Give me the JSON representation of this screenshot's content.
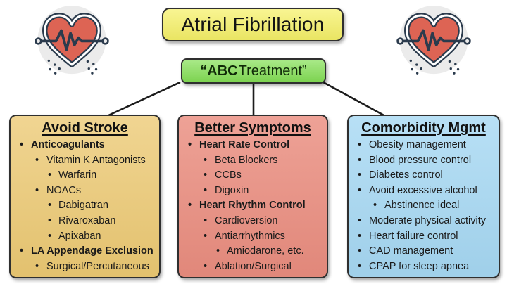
{
  "header": {
    "title": "Atrial Fibrillation",
    "subtitle_bold": "“ABC",
    "subtitle_rest": " Treatment”"
  },
  "colors": {
    "yellow_box": "#f6f168",
    "green_box": "#84e055",
    "tan_box": "#ecc973",
    "salmon_box": "#ea8d7f",
    "blue_box": "#a6d8f3",
    "box_border": "#2f2f2f",
    "line": "#1c1c1c",
    "heart_red": "#dd6454",
    "heart_navy": "#2b3b4d",
    "icon_circle": "#ebebeb",
    "text": "#1a1a1a"
  },
  "icons": {
    "left": "heart-ekg-icon",
    "right": "heart-ekg-icon"
  },
  "boxes": [
    {
      "title": "Avoid Stroke",
      "items": [
        {
          "text": "Anticoagulants",
          "bold": true,
          "level": 1
        },
        {
          "text": "Vitamin K Antagonists",
          "bold": false,
          "level": 2
        },
        {
          "text": "Warfarin",
          "bold": false,
          "level": 3
        },
        {
          "text": "NOACs",
          "bold": false,
          "level": 2
        },
        {
          "text": "Dabigatran",
          "bold": false,
          "level": 3
        },
        {
          "text": "Rivaroxaban",
          "bold": false,
          "level": 3
        },
        {
          "text": "Apixaban",
          "bold": false,
          "level": 3
        },
        {
          "text": "LA Appendage Exclusion",
          "bold": true,
          "level": 1
        },
        {
          "text": "Surgical/Percutaneous",
          "bold": false,
          "level": 2
        }
      ]
    },
    {
      "title": "Better Symptoms",
      "items": [
        {
          "text": "Heart Rate Control",
          "bold": true,
          "level": 1
        },
        {
          "text": "Beta Blockers",
          "bold": false,
          "level": 2
        },
        {
          "text": "CCBs",
          "bold": false,
          "level": 2
        },
        {
          "text": "Digoxin",
          "bold": false,
          "level": 2
        },
        {
          "text": "Heart Rhythm Control",
          "bold": true,
          "level": 1
        },
        {
          "text": "Cardioversion",
          "bold": false,
          "level": 2
        },
        {
          "text": "Antiarrhythmics",
          "bold": false,
          "level": 2
        },
        {
          "text": "Amiodarone, etc.",
          "bold": false,
          "level": 3
        },
        {
          "text": "Ablation/Surgical",
          "bold": false,
          "level": 2
        }
      ]
    },
    {
      "title": "Comorbidity Mgmt",
      "items": [
        {
          "text": "Obesity management",
          "bold": false,
          "level": 1
        },
        {
          "text": "Blood pressure control",
          "bold": false,
          "level": 1
        },
        {
          "text": "Diabetes control",
          "bold": false,
          "level": 1
        },
        {
          "text": "Avoid excessive alcohol",
          "bold": false,
          "level": 1
        },
        {
          "text": "Abstinence ideal",
          "bold": false,
          "level": 2
        },
        {
          "text": "Moderate physical activity",
          "bold": false,
          "level": 1
        },
        {
          "text": "Heart failure control",
          "bold": false,
          "level": 1
        },
        {
          "text": "CAD management",
          "bold": false,
          "level": 1
        },
        {
          "text": "CPAP for sleep apnea",
          "bold": false,
          "level": 1
        }
      ]
    }
  ]
}
